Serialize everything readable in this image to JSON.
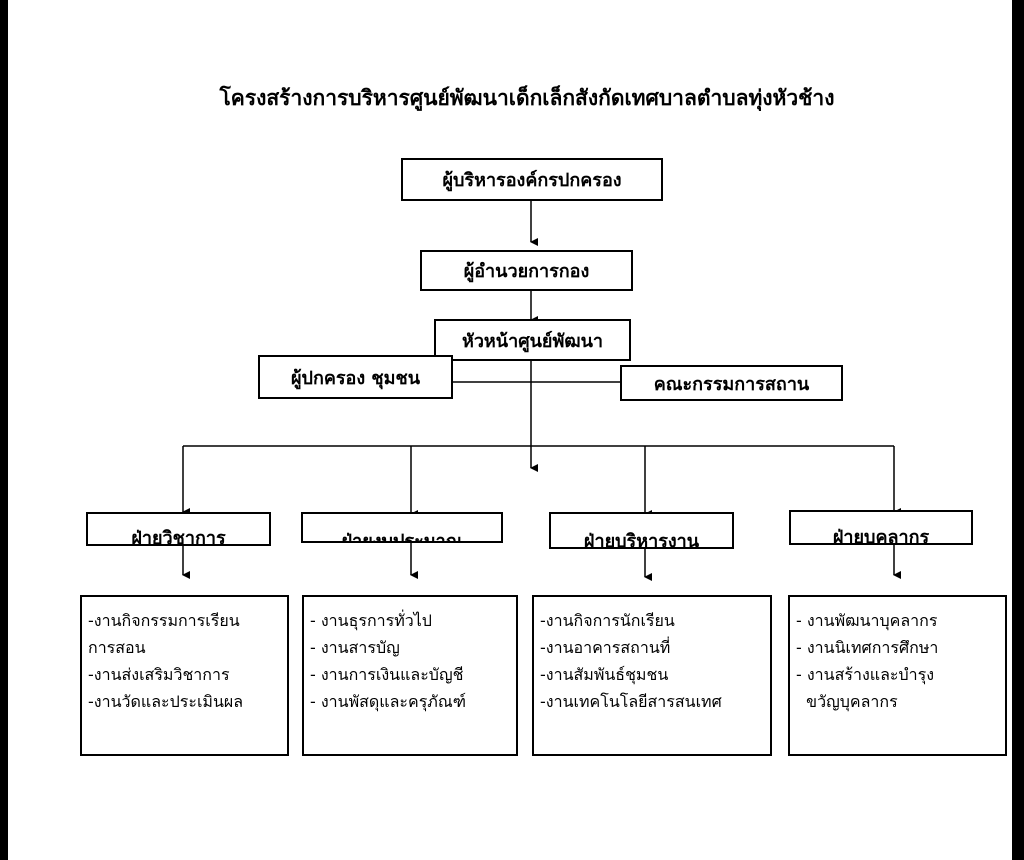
{
  "title": "โครงสร้างการบริหารศูนย์พัฒนาเด็กเล็กสังกัดเทศบาลตำบลทุ่งหัวช้าง",
  "nodes": {
    "executive": "ผู้บริหารองค์กรปกครอง",
    "director": "ผู้อำนวยการกอง",
    "head": "หัวหน้าศูนย์พัฒนา",
    "parents": "ผู้ปกครอง ชุมชน",
    "committee": "คณะกรรมการสถาน"
  },
  "divisions": [
    {
      "label": "ฝ่ายวิชาการ",
      "items": [
        "-งานกิจกรรมการเรียน",
        "การสอน",
        "-งานส่งเสริมวิชาการ",
        "-งานวัดและประเมินผล"
      ]
    },
    {
      "label": "ฝ่ายงบประมาณ",
      "items": [
        "- งานธุรการทั่วไป",
        "- งานสารบัญ",
        "- งานการเงินและบัญชี",
        "- งานพัสดุและครุภัณฑ์"
      ]
    },
    {
      "label": "ฝ่ายบริหารงาน",
      "items": [
        "-งานกิจการนักเรียน",
        "-งานอาคารสถานที่",
        "-งานสัมพันธ์ชุมชน",
        "-งานเทคโนโลยีสารสนเทศ"
      ]
    },
    {
      "label": "ฝ่ายบุคลากร",
      "items": [
        "- งานพัฒนาบุคลากร",
        "- งานนิเทศการศึกษา",
        "- งานสร้างและบำรุง",
        "  ขวัญบุคลากร"
      ]
    }
  ]
}
